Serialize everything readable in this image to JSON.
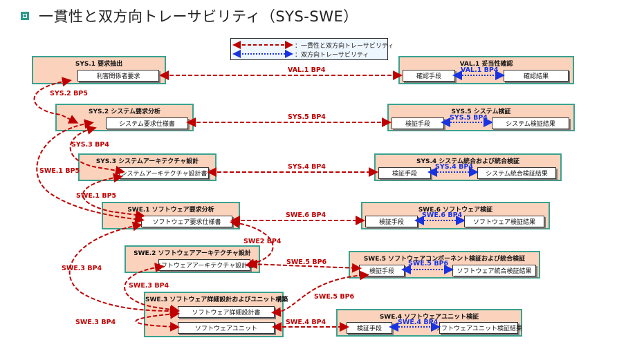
{
  "title": "一貫性と双方向トレーサビリティ（SYS-SWE）",
  "legend": {
    "consistency": "：一貫性と双方向トレーサビリティ",
    "bidirectional": "：双方向トレーサビリティ"
  },
  "colors": {
    "consistency_arrow": "#c00000",
    "bidirectional_arrow": "#1a33e0",
    "box_fill": "#fbd3bd",
    "box_border": "#39a28f"
  },
  "left": [
    {
      "title": "SYS.1 要求抽出",
      "product": "利害関係者要求"
    },
    {
      "title": "SYS.2 システム要求分析",
      "product": "システム要求仕様書"
    },
    {
      "title": "SYS.3 システムアーキテクチャ設計",
      "product": "システムアーキテクチャ設計書"
    },
    {
      "title": "SWE.1 ソフトウェア要求分析",
      "product": "ソフトウェア要求仕様書"
    },
    {
      "title": "SWE.2 ソフトウェアアーキテクチャ設計",
      "product": "ソフトウェアアーキテクチャ設計書"
    },
    {
      "title": "SWE.3 ソフトウェア詳細設計およびユニット構築",
      "product": "ソフトウェア詳細設計書",
      "product2": "ソフトウェアユニット"
    }
  ],
  "right": [
    {
      "title": "VAL.1 妥当性確認",
      "method": "確認手段",
      "result": "確認結果",
      "link": "VAL.1 BP4"
    },
    {
      "title": "SYS.5 システム検証",
      "method": "検証手段",
      "result": "システム検証結果",
      "link": "SYS.5 BP4"
    },
    {
      "title": "SYS.4 システム統合および統合検証",
      "method": "検証手段",
      "result": "システム統合検証結果",
      "link": "SYS.4 BP4"
    },
    {
      "title": "SWE.6 ソフトウェア検証",
      "method": "検証手段",
      "result": "ソフトウェア検証結果",
      "link": "SWE.6 BP4"
    },
    {
      "title": "SWE.5 ソフトウェアコンポーネント検証および統合検証",
      "method": "検証手段",
      "result": "ソフトウェア統合検証結果",
      "link": "SWE.5 BP6"
    },
    {
      "title": "SWE.4 ソフトウェアユニット検証",
      "method": "検証手段",
      "result": "ソフトウェアユニット検証結果",
      "link": "SWE.4 BP4"
    }
  ],
  "horizontal_links": [
    "VAL.1 BP4",
    "SYS.5 BP4",
    "SYS.4 BP4",
    "SWE.6 BP4",
    "SWE.5 BP6",
    "SWE.4 BP4"
  ],
  "left_links": {
    "sys2_bp5": "SYS.2 BP5",
    "sys3_bp4": "SYS.3 BP4",
    "swe1_bp5_a": "SWE.1 BP5",
    "swe1_bp5_b": "SWE.1 BP5",
    "swe2_bp4": "SWE2 BP4",
    "swe3_bp4_a": "SWE.3 BP4",
    "swe3_bp4_b": "SWE.3 BP4",
    "swe3_bp4_c": "SWE.3 BP4",
    "swe5_bp6": "SWE.5 BP6"
  }
}
